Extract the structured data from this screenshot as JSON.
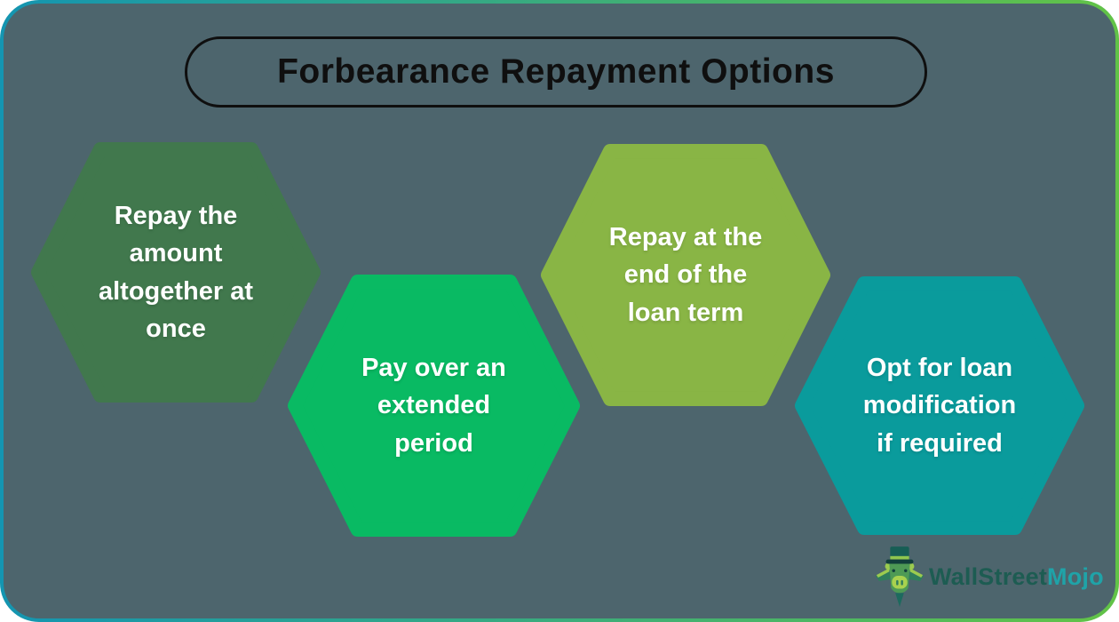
{
  "title": "Forbearance Repayment Options",
  "hexagons": [
    {
      "name": "repay-at-once",
      "text": "Repay the\namount\naltogether at\nonce",
      "color": "#41784D"
    },
    {
      "name": "extended-period",
      "text": "Pay over an\nextended\nperiod",
      "color": "#09BA63"
    },
    {
      "name": "end-of-loan-term",
      "text": "Repay at the\nend of the\nloan term",
      "color": "#89B545"
    },
    {
      "name": "loan-modification",
      "text": "Opt for loan\nmodification\nif required",
      "color": "#0A9B9C"
    }
  ],
  "logo": {
    "part1": "WallStreet",
    "part2": "Mojo",
    "part1_color": "#1D5C52",
    "part2_color": "#1FA3A8",
    "icon": "bull-with-top-hat-icon"
  },
  "colors": {
    "background": "#4D656D",
    "border_left": "#1495B1",
    "border_right": "#62C347",
    "title_color": "#0F0F0F",
    "hex_text_color": "#FFFFFF"
  }
}
